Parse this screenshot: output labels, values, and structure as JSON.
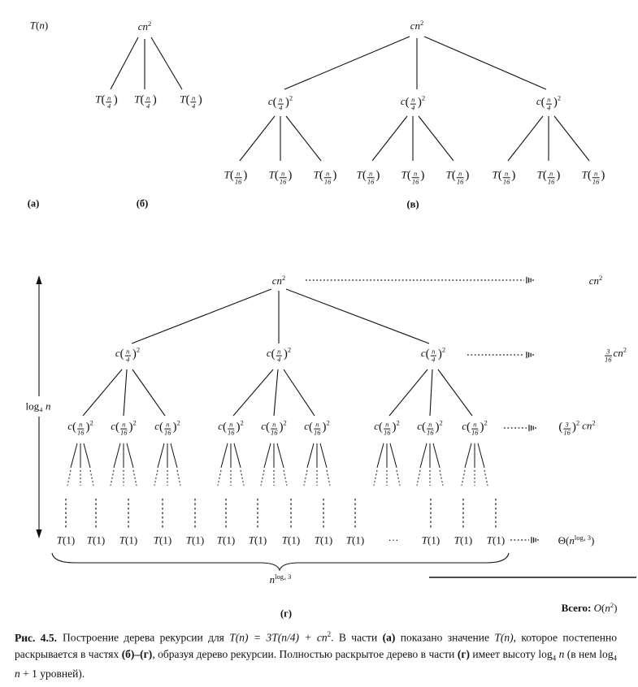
{
  "labels": {
    "Tn": {
      "fn": "T",
      "lp": "(",
      "var": "n",
      "rp": ")"
    },
    "cn2": {
      "base": "cn",
      "sup": "2"
    },
    "Tn4": {
      "fn": "T",
      "lp": "(",
      "num": "n",
      "den": "4",
      "rp": ")"
    },
    "cn4sq": {
      "fn": "c",
      "lp": "(",
      "num": "n",
      "den": "4",
      "rp": ")",
      "sup": "2"
    },
    "Tn16": {
      "fn": "T",
      "lp": "(",
      "num": "n",
      "den": "16",
      "rp": ")"
    },
    "cn16sq": {
      "fn": "c",
      "lp": "(",
      "num": "n",
      "den": "16",
      "rp": ")",
      "sup": "2"
    },
    "T1": {
      "fn": "T",
      "lp": "(",
      "one": "1",
      "rp": ")"
    },
    "dots": {
      "text": "···"
    }
  },
  "right_labels": {
    "level0": {
      "base": "cn",
      "sup": "2"
    },
    "level1": {
      "num": "3",
      "den": "16",
      "base": "cn",
      "sup": "2"
    },
    "level2": {
      "lp": "(",
      "num": "3",
      "den": "16",
      "rp": ")",
      "psup": "2",
      "base": "cn",
      "sup": "2"
    },
    "leaves": {
      "pre": "Θ(",
      "base": "n",
      "sup": "log₄ 3",
      "post": ")"
    }
  },
  "annotations": {
    "height": {
      "pre": "log₄ ",
      "var": "n"
    },
    "brace": {
      "base": "n",
      "sup": "log₄ 3"
    },
    "total": {
      "pre": "Всего: ",
      "fn": "O",
      "lp": "(",
      "var": "n",
      "sup": "2",
      "rp": ")"
    }
  },
  "part_labels": {
    "a": "(а)",
    "b": "(б)",
    "v": "(в)",
    "g": "(г)"
  },
  "caption": {
    "tag": "Рис. 4.5.",
    "segments": [
      {
        "t": "Построение дерева рекурсии для "
      },
      {
        "t": "T(n) = 3T(n/4) + cn"
      },
      {
        "t": "2"
      },
      {
        "t": ". В части "
      },
      {
        "t": "(а)"
      },
      {
        "t": " показано значение "
      },
      {
        "t": "T(n)"
      },
      {
        "t": ", которое постепенно раскрывается в частях "
      },
      {
        "t": "(б)–(г)"
      },
      {
        "t": ", образуя дерево рекурсии. Полностью раскрытое дерево в части "
      },
      {
        "t": "(г)"
      },
      {
        "t": " имеет высоту log"
      },
      {
        "t": "4"
      },
      {
        "t": " n"
      },
      {
        "t": " (в нем log"
      },
      {
        "t": "4"
      },
      {
        "t": " n"
      },
      {
        "t": " + 1 уровней)."
      }
    ]
  }
}
